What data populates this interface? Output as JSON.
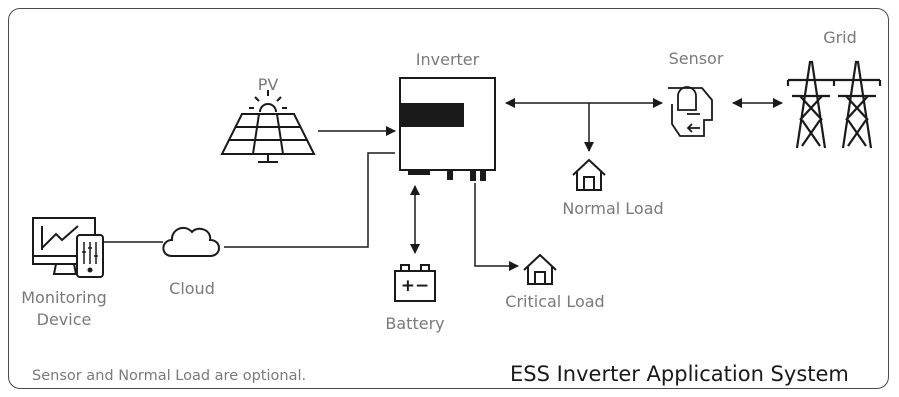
{
  "diagram": {
    "title": "ESS Inverter Application System",
    "note": "Sensor and Normal Load are optional.",
    "nodes": {
      "inverter": "Inverter",
      "pv": "PV",
      "sensor": "Sensor",
      "grid": "Grid",
      "normal_load": "Normal Load",
      "critical_load": "Critical Load",
      "battery": "Battery",
      "battery_symbol": "+−",
      "cloud": "Cloud",
      "monitoring_line1": "Monitoring",
      "monitoring_line2": "Device"
    },
    "icons": [
      "solar-panel-icon",
      "inverter-icon",
      "current-sensor-icon",
      "transmission-tower-icon",
      "house-icon",
      "battery-icon",
      "cloud-icon",
      "monitor-icon",
      "tablet-icon"
    ]
  }
}
